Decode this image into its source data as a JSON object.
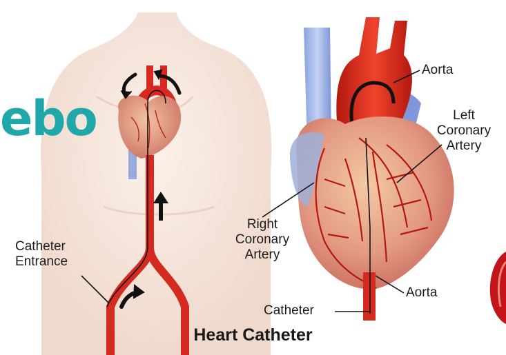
{
  "colors": {
    "logo": "#1fa7a9",
    "artery": "#d8281f",
    "vein": "#6f8fd6",
    "heart": "#e8a08a",
    "skin": "#f6e6dc"
  },
  "logo_text": "ebo",
  "labels": {
    "aorta_top": "Aorta",
    "left_coronary": "Left\nCoronary\nArtery",
    "right_coronary": "Right\nCoronary\nArtery",
    "aorta_bottom": "Aorta",
    "catheter": "Catheter",
    "catheter_entrance": "Catheter\nEntrance"
  },
  "title": "Heart Catheter",
  "icons": [
    "flow-arrow-icon"
  ]
}
